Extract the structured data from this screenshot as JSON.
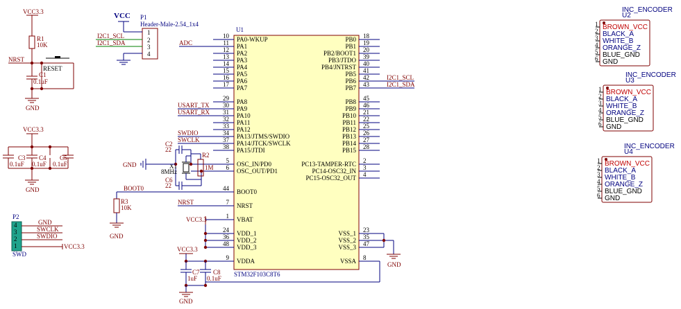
{
  "power": {
    "vcc33": "VCC3.3",
    "vcc": "VCC",
    "gnd": "GND"
  },
  "nets": {
    "nrst": "NRST",
    "adc": "ADC",
    "i2c1_scl": "I2C1_SCL",
    "i2c1_sda": "I2C1_SDA",
    "usart_tx": "USART_TX",
    "usart_rx": "USART_RX",
    "swdio": "SWDIO",
    "swclk": "SWCLK",
    "boot0": "BOOT0"
  },
  "reset_circuit": {
    "r1_ref": "R1",
    "r1_val": "10K",
    "button": "RESET",
    "c1_ref": "C1",
    "c1_val": "0.1uF"
  },
  "decoupling": {
    "c3_ref": "C3",
    "c3_val": "0.1uF",
    "c4_ref": "C4",
    "c4_val": "0.1uF",
    "c5_ref": "C5",
    "c5_val": "0.1uF",
    "c7_ref": "C7",
    "c7_val": "1uF",
    "c8_ref": "C8",
    "c8_val": "0.1uF"
  },
  "crystal": {
    "c2_ref": "C2",
    "c2_val": "22",
    "c6_ref": "C6",
    "c6_val": "22",
    "x1_ref": "X1",
    "x1_val": "8MHz",
    "r2_ref": "R2",
    "r2_val": "1M"
  },
  "boot": {
    "r3_ref": "R3",
    "r3_val": "10K"
  },
  "header_p1": {
    "ref": "P1",
    "name": "Header-Male-2.54_1x4",
    "pins": [
      "1",
      "2",
      "3",
      "4"
    ]
  },
  "header_p2": {
    "ref": "P2",
    "name": "SWD",
    "pins": [
      "4",
      "3",
      "2",
      "1"
    ]
  },
  "mcu": {
    "ref": "U1",
    "part": "STM32F103C8T6",
    "left_pins": [
      {
        "num": "10",
        "name": "PA0-WKUP"
      },
      {
        "num": "11",
        "name": "PA1"
      },
      {
        "num": "12",
        "name": "PA2"
      },
      {
        "num": "13",
        "name": "PA3"
      },
      {
        "num": "14",
        "name": "PA4"
      },
      {
        "num": "15",
        "name": "PA5"
      },
      {
        "num": "16",
        "name": "PA6"
      },
      {
        "num": "17",
        "name": "PA7"
      },
      {
        "num": "29",
        "name": "PA8"
      },
      {
        "num": "30",
        "name": "PA9"
      },
      {
        "num": "31",
        "name": "PA10"
      },
      {
        "num": "32",
        "name": "PA11"
      },
      {
        "num": "33",
        "name": "PA12"
      },
      {
        "num": "34",
        "name": "PA13/JTMS/SWDIO"
      },
      {
        "num": "37",
        "name": "PA14/JTCK/SWCLK"
      },
      {
        "num": "38",
        "name": "PA15/JTDI"
      },
      {
        "num": "5",
        "name": "OSC_IN/PD0"
      },
      {
        "num": "6",
        "name": "OSC_OUT/PD1"
      },
      {
        "num": "44",
        "name": "BOOT0"
      },
      {
        "num": "7",
        "name": "NRST"
      },
      {
        "num": "1",
        "name": "VBAT"
      },
      {
        "num": "24",
        "name": "VDD_1"
      },
      {
        "num": "36",
        "name": "VDD_2"
      },
      {
        "num": "48",
        "name": "VDD_3"
      },
      {
        "num": "9",
        "name": "VDDA"
      }
    ],
    "right_pins": [
      {
        "num": "18",
        "name": "PB0"
      },
      {
        "num": "19",
        "name": "PB1"
      },
      {
        "num": "20",
        "name": "PB2/BOOT1"
      },
      {
        "num": "39",
        "name": "PB3/JTDO"
      },
      {
        "num": "40",
        "name": "PB4/JNTRST"
      },
      {
        "num": "41",
        "name": "PB5"
      },
      {
        "num": "42",
        "name": "PB6"
      },
      {
        "num": "43",
        "name": "PB7"
      },
      {
        "num": "45",
        "name": "PB8"
      },
      {
        "num": "46",
        "name": "PB9"
      },
      {
        "num": "21",
        "name": "PB10"
      },
      {
        "num": "22",
        "name": "PB11"
      },
      {
        "num": "25",
        "name": "PB12"
      },
      {
        "num": "26",
        "name": "PB13"
      },
      {
        "num": "27",
        "name": "PB14"
      },
      {
        "num": "28",
        "name": "PB15"
      },
      {
        "num": "2",
        "name": "PC13-TAMPER-RTC"
      },
      {
        "num": "3",
        "name": "PC14-OSC32_IN"
      },
      {
        "num": "4",
        "name": "PC15-OSC32_OUT"
      },
      {
        "num": "23",
        "name": "VSS_1"
      },
      {
        "num": "35",
        "name": "VSS_2"
      },
      {
        "num": "47",
        "name": "VSS_3"
      },
      {
        "num": "8",
        "name": "VSSA"
      }
    ]
  },
  "encoders": [
    {
      "title": "INC_ENCODER",
      "ref": "U2",
      "pins": [
        "1",
        "2",
        "3",
        "4",
        "5",
        "6"
      ],
      "signals": [
        "BROWN_VCC",
        "BLACK_A",
        "WHITE_B",
        "ORANGE_Z",
        "BLUE_GND",
        "GND"
      ]
    },
    {
      "title": "INC_ENCODER",
      "ref": "U3",
      "pins": [
        "1",
        "2",
        "3",
        "4",
        "5",
        "6"
      ],
      "signals": [
        "BROWN_VCC",
        "BLACK_A",
        "WHITE_B",
        "ORANGE_Z",
        "BLUE_GND",
        "GND"
      ]
    },
    {
      "title": "INC_ENCODER",
      "ref": "U4",
      "pins": [
        "1",
        "2",
        "3",
        "4",
        "5",
        "6"
      ],
      "signals": [
        "BROWN_VCC",
        "BLACK_A",
        "WHITE_B",
        "ORANGE_Z",
        "BLUE_GND",
        "GND"
      ]
    }
  ]
}
